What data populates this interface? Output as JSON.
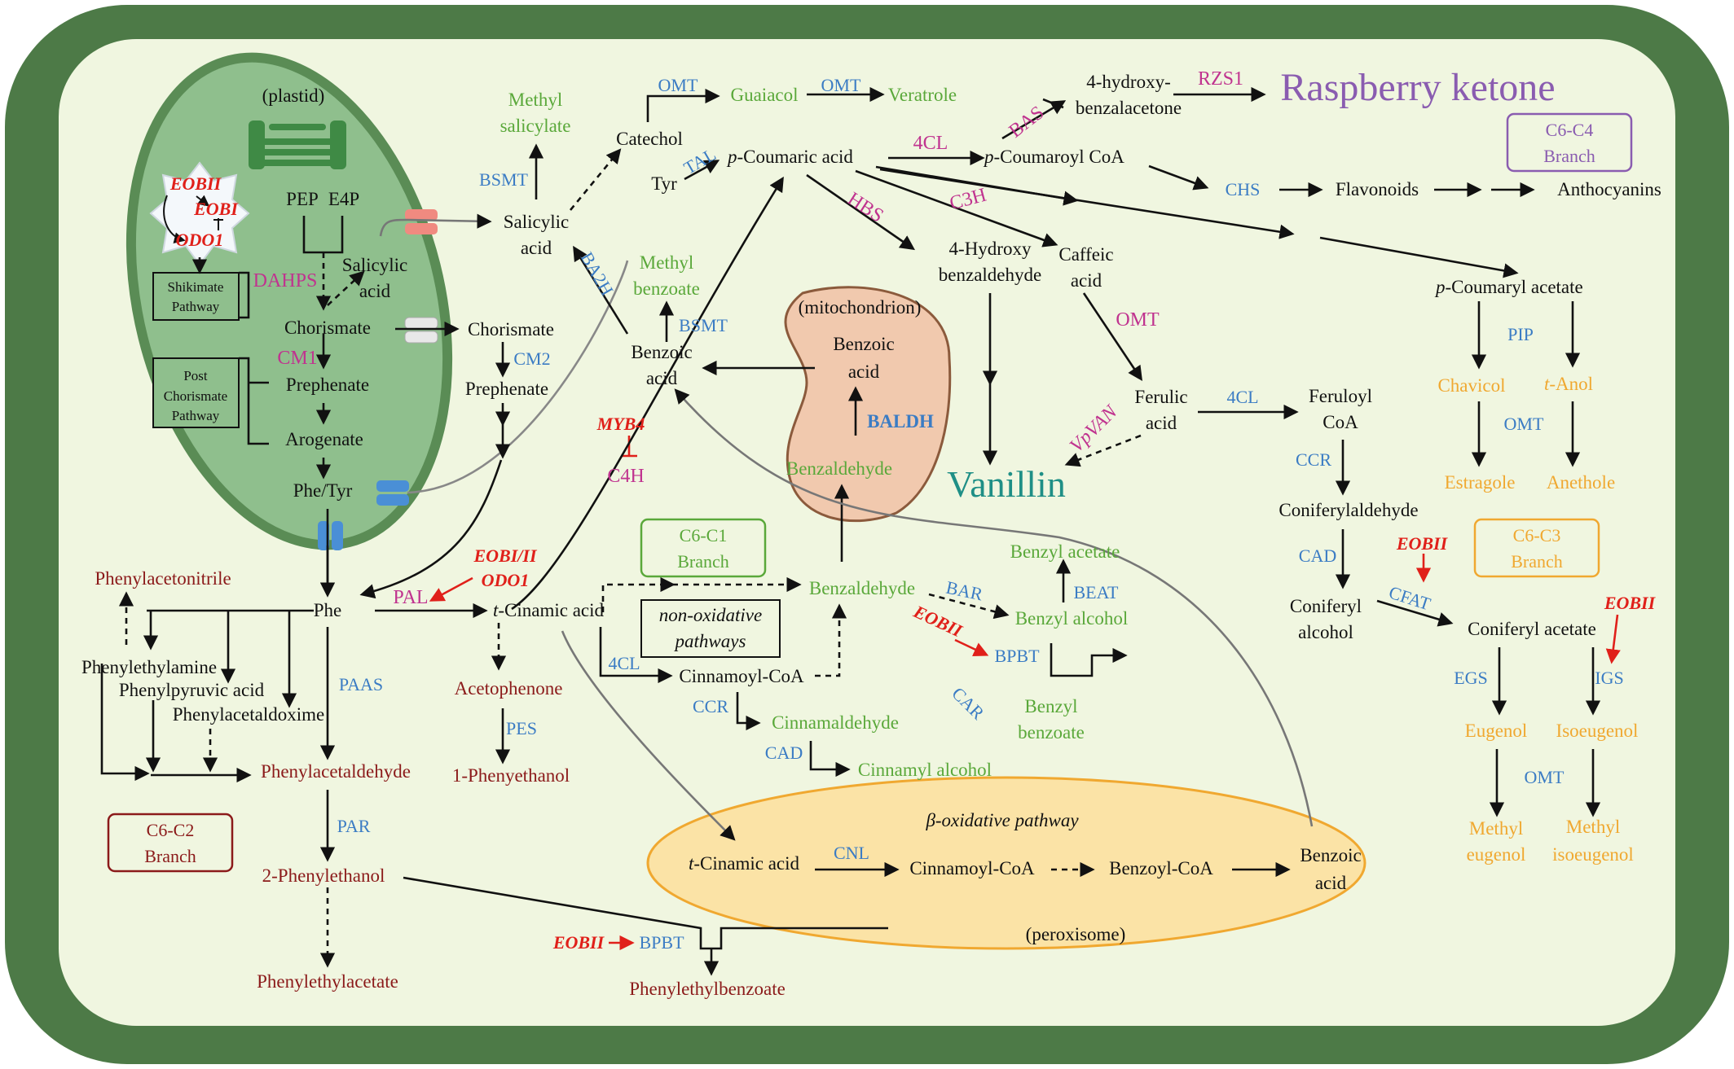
{
  "compartments": {
    "plastid": "(plastid)",
    "mitochondrion": "(mitochondrion)",
    "peroxisome": "(peroxisome)",
    "beta_oxidative": "β-oxidative pathway",
    "non_oxidative": [
      "non-oxidative",
      "pathways"
    ]
  },
  "branches": {
    "c6c4": [
      "C6-C4",
      "Branch"
    ],
    "c6c1": [
      "C6-C1",
      "Branch"
    ],
    "c6c3": [
      "C6-C3",
      "Branch"
    ],
    "c6c2": [
      "C6-C2",
      "Branch"
    ]
  },
  "plastid_nodes": {
    "pep": "PEP",
    "e4p": "E4P",
    "salicylic": [
      "Salicylic",
      "acid"
    ],
    "chorismate": "Chorismate",
    "prephenate": "Prephenate",
    "arogenate": "Arogenate",
    "phe_tyr": "Phe/Tyr",
    "shikimate_box": [
      "Shikimate",
      "Pathway"
    ],
    "post_box": [
      "Post",
      "Chorismate",
      "Pathway"
    ],
    "dahps": "DAHPS",
    "cm1": "CM1",
    "eobii": "EOBII",
    "eobi": "EOBI",
    "odo1": "ODO1"
  },
  "top_nodes": {
    "methyl_salicylate": [
      "Methyl",
      "salicylate"
    ],
    "bsmt1": "BSMT",
    "salicylic_acid": [
      "Salicylic",
      "acid"
    ],
    "catechol": "Catechol",
    "omt1": "OMT",
    "guaiacol": "Guaiacol",
    "omt2": "OMT",
    "veratrole": "Veratrole",
    "hydroxy_benzalacetone": [
      "4-hydroxy-",
      "benzalacetone"
    ],
    "rzs1": "RZS1",
    "raspberry_ketone": "Raspberry ketone",
    "bas": "BAS",
    "tyr": "Tyr",
    "tal": "TAL",
    "coumaric_pre": "p",
    "coumaric": "-Coumaric acid",
    "cl4_1": "4CL",
    "coumaroyl_pre": "p",
    "coumaroyl": "-Coumaroyl CoA",
    "chs": "CHS",
    "flavonoids": "Flavonoids",
    "anthocyanins": "Anthocyanins",
    "hbs": "HBS",
    "c3h": "C3H",
    "hydroxybenzaldehyde": [
      "4-Hydroxy",
      "benzaldehyde"
    ],
    "caffeic": [
      "Caffeic",
      "acid"
    ],
    "omt3": "OMT",
    "ferulic": [
      "Ferulic",
      "acid"
    ],
    "vpvan": "VpVAN",
    "vanillin": "Vanillin",
    "ba2h": "BA2H",
    "methyl_benzoate": [
      "Methyl",
      "benzoate"
    ],
    "bsmt2": "BSMT",
    "benzoic1": [
      "Benzoic",
      "acid"
    ],
    "benzoic_mito": [
      "Benzoic",
      "acid"
    ],
    "baldh": "BALDH",
    "benzaldehyde_mito": "Benzaldehyde",
    "myb4": "MYB4",
    "c4h": "C4H",
    "cm2": "CM2",
    "chorismate2": "Chorismate",
    "prephenate2": "Prephenate"
  },
  "right_nodes": {
    "coumaryl_acetate_pre": "p",
    "coumaryl_acetate": "-Coumaryl acetate",
    "pip": "PIP",
    "chavicol": "Chavicol",
    "t_anol_pre": "t",
    "t_anol": "-Anol",
    "omt4": "OMT",
    "estragole": "Estragole",
    "anethole": "Anethole",
    "cl4_2": "4CL",
    "feruloyl": [
      "Feruloyl",
      "CoA"
    ],
    "ccr1": "CCR",
    "coniferylaldehyde": "Coniferylaldehyde",
    "cad1": "CAD",
    "coniferyl_alcohol": [
      "Coniferyl",
      "alcohol"
    ],
    "eobii_1": "EOBII",
    "cfat": "CFAT",
    "coniferyl_acetate": "Coniferyl acetate",
    "eobii_2": "EOBII",
    "egs": "EGS",
    "igs": "IGS",
    "eugenol": "Eugenol",
    "isoeugenol": "Isoeugenol",
    "omt5": "OMT",
    "methyl_eugenol": [
      "Methyl",
      "eugenol"
    ],
    "methyl_isoeugenol": [
      "Methyl",
      "isoeugenol"
    ]
  },
  "mid_nodes": {
    "phenylacetonitrile": "Phenylacetonitrile",
    "phe": "Phe",
    "pal": "PAL",
    "eobi_ii": "EOBI/II",
    "odo1": "ODO1",
    "t_cinamic_pre": "t",
    "t_cinamic": "-Cinamic acid",
    "phenylethylamine": "Phenylethylamine",
    "phenylpyruvic": "Phenylpyruvic acid",
    "phenylacetaldoxime": "Phenylacetaldoxime",
    "paas": "PAAS",
    "phenylacetaldehyde": "Phenylacetaldehyde",
    "par": "PAR",
    "phenylethanol": "2-Phenylethanol",
    "phenylethylacetate": "Phenylethylacetate",
    "eobii_3": "EOBII",
    "bpbt1": "BPBT",
    "phenylethylbenzoate": "Phenylethylbenzoate",
    "acetophenone": "Acetophenone",
    "pes": "PES",
    "phenyethanol": "1-Phenyethanol",
    "benzaldehyde": "Benzaldehyde",
    "bar": "BAR",
    "benzyl_acetate": "Benzyl acetate",
    "beat": "BEAT",
    "benzyl_alcohol": "Benzyl alcohol",
    "eobii_4": "EOBII",
    "bpbt2": "BPBT",
    "benzyl_benzoate": [
      "Benzyl",
      "benzoate"
    ],
    "car": "CAR",
    "cl4_3": "4CL",
    "cinnamoyl_coa": "Cinnamoyl-CoA",
    "ccr2": "CCR",
    "cinnamaldehyde": "Cinnamaldehyde",
    "cad2": "CAD",
    "cinnamyl_alcohol": "Cinnamyl alcohol",
    "beta_t_cinamic_pre": "t",
    "beta_t_cinamic": "-Cinamic acid",
    "cnl": "CNL",
    "beta_cinnamoyl": "Cinnamoyl-CoA",
    "benzoyl_coa": "Benzoyl-CoA",
    "beta_benzoic": [
      "Benzoic",
      "acid"
    ]
  },
  "colors": {
    "cell_border": "#4d7a47",
    "cytosol": "#f0f6e0",
    "plastid_fill": "#8fbf8d",
    "plastid_border": "#5a8c55",
    "mito_fill": "#f1c9ae",
    "perox_fill": "#fbe3a6",
    "enzyme": "#3b7cc4",
    "regulator": "#e0201a",
    "key_enzyme": "#c0338f",
    "c6c1": "#5aa83a",
    "c6c2": "#8b1a1a",
    "c6c3": "#f0a830",
    "c6c4": "#8a5cb0",
    "vanillin": "#1f8f86"
  }
}
